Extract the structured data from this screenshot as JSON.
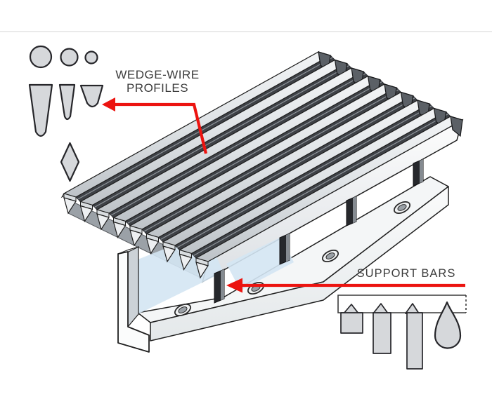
{
  "labels": {
    "wedge_wire_line1": "WEDGE-WIRE",
    "wedge_wire_line2": "PROFILES",
    "support_bars": "SUPPORT BARS"
  },
  "illustration": {
    "wire_count": 9,
    "support_bar_count": 4,
    "rail_hole_count": 4,
    "wire_profile_shapes": [
      "large-circle",
      "medium-circle",
      "small-circle",
      "tall-wedge",
      "narrow-wedge",
      "short-wedge",
      "diamond"
    ],
    "support_bar_profile_shapes": [
      "short-rectangle",
      "medium-rectangle",
      "tall-rectangle",
      "teardrop"
    ]
  },
  "colors": {
    "background": "#ffffff",
    "arrow_red": "#ec1410",
    "label_text": "#3c3c3c",
    "outline": "#1f1f1f",
    "metal_light": "#edeff1",
    "metal_mid": "#c2c7cc",
    "gap_dark": "#3e4146",
    "support_bar_dark": "#26282c",
    "channel_blue_tint": "#d4e5f3",
    "profile_shape_fill": "#d6d8db"
  }
}
